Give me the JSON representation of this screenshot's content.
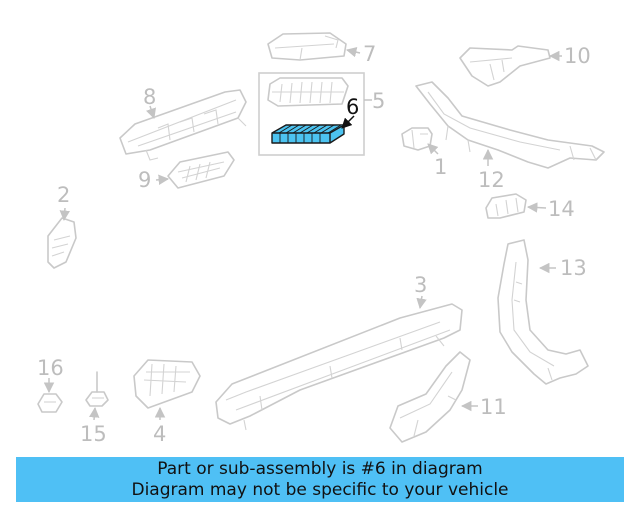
{
  "diagram": {
    "callouts": {
      "c1": "1",
      "c2": "2",
      "c3": "3",
      "c4": "4",
      "c5": "5",
      "c6": "6",
      "c7": "7",
      "c8": "8",
      "c9": "9",
      "c10": "10",
      "c11": "11",
      "c12": "12",
      "c13": "13",
      "c14": "14",
      "c15": "15",
      "c16": "16"
    },
    "highlight_color": "#4cc3f0",
    "banner_color": "#4fc0f5"
  },
  "banner": {
    "line1": "Part or sub-assembly is #6 in diagram",
    "line2": "Diagram may not be specific to your vehicle"
  }
}
